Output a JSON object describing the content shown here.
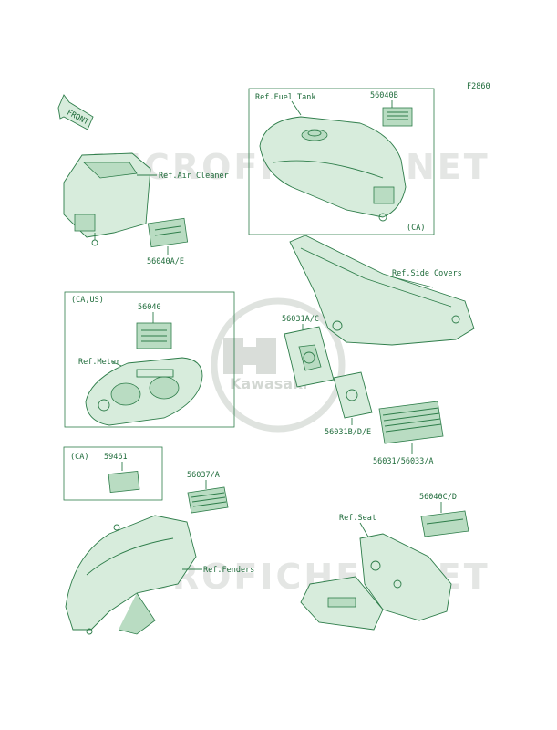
{
  "diagram_code": "F2860",
  "front_arrow": "FRONT",
  "watermark": "MICROFICHES.NET",
  "logo_text": "Kawasaki",
  "labels": {
    "ref_fuel_tank": "Ref.Fuel Tank",
    "p_56040b": "56040B",
    "ca_tank": "(CA)",
    "ref_air_cleaner": "Ref.Air Cleaner",
    "p_56040ae": "56040A/E",
    "ref_side_covers": "Ref.Side Covers",
    "ca_us": "(CA,US)",
    "p_56040": "56040",
    "ref_meter": "Ref.Meter",
    "p_56031ac": "56031A/C",
    "p_56031bde": "56031B/D/E",
    "p_56031_56033a": "56031/56033/A",
    "ca_small": "(CA)",
    "p_59461": "59461",
    "p_56037a": "56037/A",
    "p_56040cd": "56040C/D",
    "ref_seat": "Ref.Seat",
    "ref_fenders": "Ref.Fenders"
  },
  "colors": {
    "line": "#2e7d4a",
    "text": "#1e6b3a",
    "watermark": "#e4e6e4"
  }
}
